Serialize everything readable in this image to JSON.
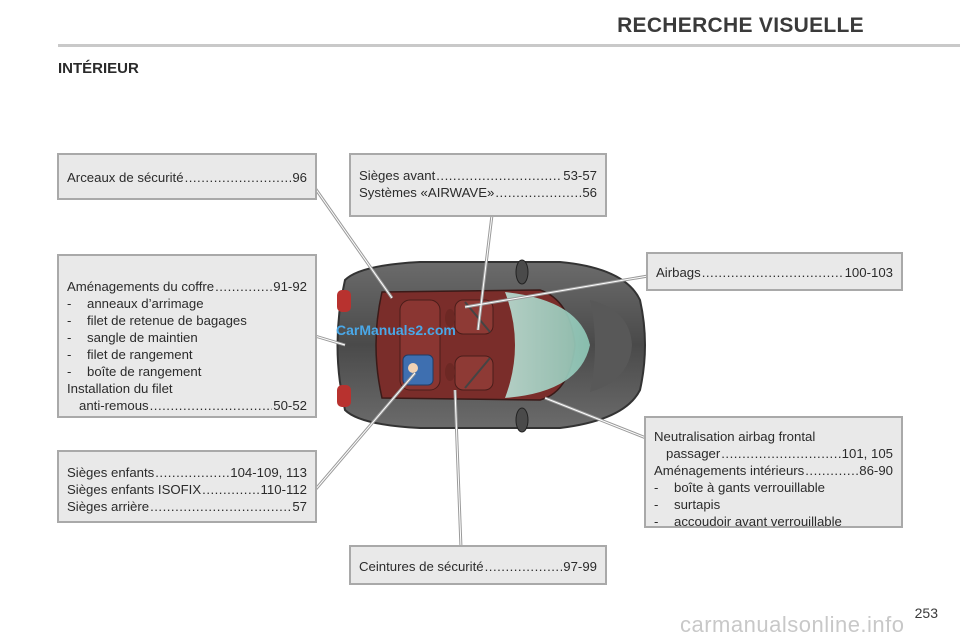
{
  "header": {
    "title": "RECHERCHE VISUELLE"
  },
  "section": {
    "title": "INTÉRIEUR"
  },
  "boxes": {
    "arceaux": {
      "label": "Arceaux de sécurité",
      "pages": "96"
    },
    "sieges_avant": [
      {
        "label": "Sièges avant",
        "pages": "53-57"
      },
      {
        "label": "Systèmes «AIRWAVE»",
        "pages": "56"
      }
    ],
    "airbags": {
      "label": "Airbags",
      "pages": "100-103"
    },
    "amenagements_coffre": {
      "label": "Aménagements du coffre",
      "pages": "91-92",
      "items": [
        "anneaux d’arrimage",
        "filet de retenue de bagages",
        "sangle de maintien",
        "filet de rangement",
        "boîte de rangement"
      ],
      "install_line1": "Installation du filet",
      "install_line2": "anti-remous",
      "install_pages": "50-52"
    },
    "sieges_enfants": [
      {
        "label": "Sièges enfants",
        "pages": "104-109, 113"
      },
      {
        "label": "Sièges enfants ISOFIX",
        "pages": "110-112"
      },
      {
        "label": "Sièges arrière",
        "pages": "57"
      }
    ],
    "neutralisation": {
      "line1": "Neutralisation airbag frontal",
      "line2": "passager",
      "line2_pages": "101, 105",
      "line3": "Aménagements intérieurs",
      "line3_pages": "86-90",
      "items": [
        "boîte à gants verrouillable",
        "surtapis",
        "accoudoir avant verrouillable"
      ]
    },
    "ceintures": {
      "label": "Ceintures de sécurité",
      "pages": "97-99"
    }
  },
  "dash": "-",
  "watermark": "CarManuals2.com",
  "page_number": "253",
  "footer_watermark": "carmanualsonline.info"
}
